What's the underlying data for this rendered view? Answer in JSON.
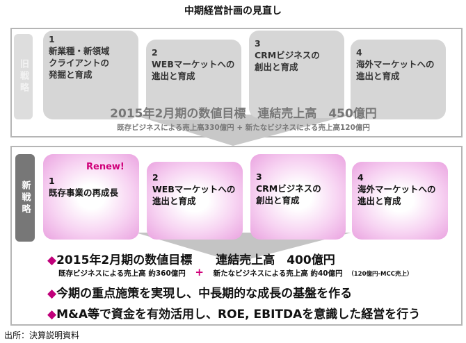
{
  "title": "中期経営計画の見直し",
  "old": {
    "label": "旧戦略",
    "cards": [
      {
        "num": "1",
        "text": "新業種・新領域\nクライアントの\n発掘と育成"
      },
      {
        "num": "2",
        "text": "WEBマーケットへの\n進出と育成"
      },
      {
        "num": "3",
        "text": "CRMビジネスの\n創出と育成"
      },
      {
        "num": "4",
        "text": "海外マーケットへの\n進出と育成"
      }
    ],
    "target": "2015年2月期の数値目標　連結売上高　450億円",
    "breakdown": "既存ビジネスによる売上高330億円 + 新たなビジネスによる売上高120億円"
  },
  "new": {
    "label": "新戦略",
    "renew": "Renew!",
    "cards": [
      {
        "num": "1",
        "text": "既存事業の再成長"
      },
      {
        "num": "2",
        "text": "WEBマーケットへの\n進出と育成"
      },
      {
        "num": "3",
        "text": "CRMビジネスの\n創出と育成"
      },
      {
        "num": "4",
        "text": "海外マーケットへの\n進出と育成"
      }
    ],
    "bullet_symbol": "◆",
    "target": "2015年2月期の数値目標　　連結売上高　400億円",
    "breakdown_existing": "既存ビジネスによる売上高 約360億円",
    "plus": "+",
    "breakdown_new": "新たなビジネスによる売上高 約40億円",
    "breakdown_note": "（120億円-MCC売上）",
    "bullets": [
      "今期の重点施策を実現し、中長期的な成長の基盤を作る",
      "M&A等で資金を有効活用し、ROE, EBITDAを意識した経営を行う"
    ]
  },
  "source": "出所：決算説明資料"
}
